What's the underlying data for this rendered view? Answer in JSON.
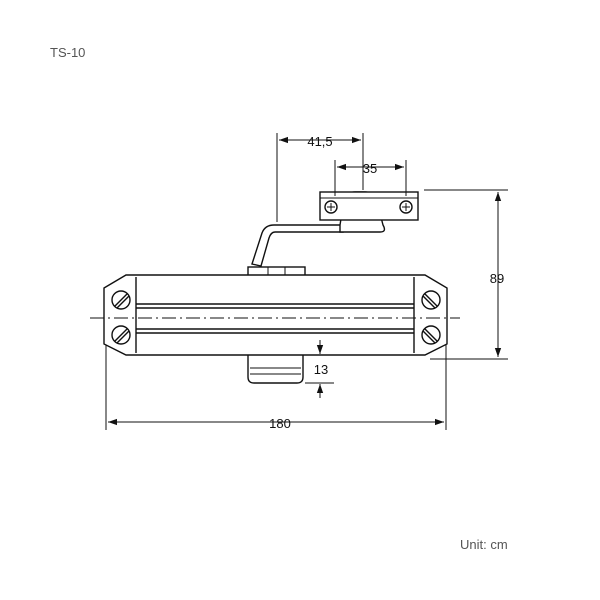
{
  "model": "TS-10",
  "unit_label": "Unit: cm",
  "dimensions": {
    "arm_offset": "41,5",
    "bracket_hole_spacing": "35",
    "height": "89",
    "body_offset": "13",
    "length": "180"
  }
}
